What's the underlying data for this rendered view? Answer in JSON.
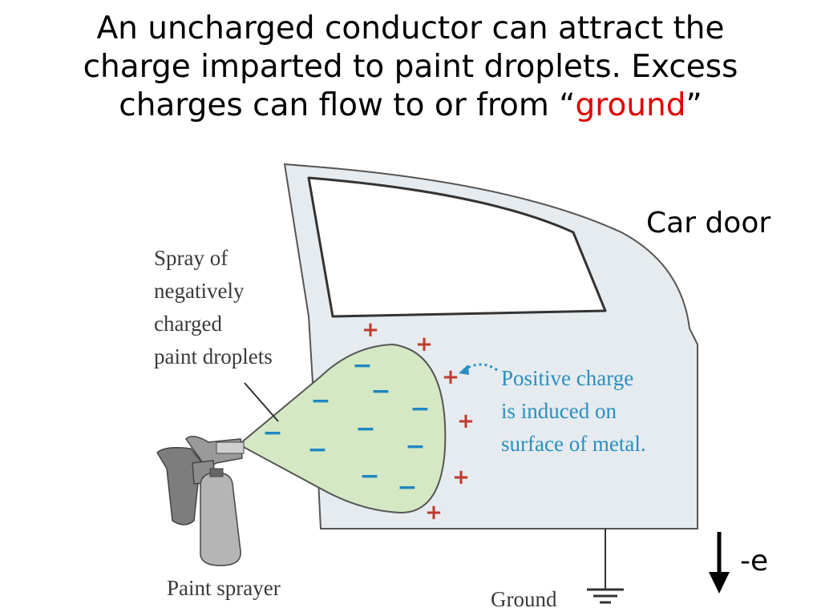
{
  "title": {
    "line1": "An uncharged conductor can attract the",
    "line2": "charge imparted to paint droplets.  Excess",
    "line3_prefix": "charges can flow to or from “",
    "line3_highlight": "ground",
    "line3_suffix": "”"
  },
  "labels": {
    "car_door": "Car door",
    "spray": [
      "Spray of",
      "negatively",
      "charged",
      "paint droplets"
    ],
    "positive": [
      "Positive charge",
      "is induced on",
      "surface of metal."
    ],
    "paint_sprayer": "Paint sprayer",
    "ground": "Ground",
    "electron": "-e"
  },
  "signs": {
    "minus": "−",
    "plus": "+"
  },
  "colors": {
    "highlight": "#e00000",
    "door_fill": "#e6ebef",
    "spray_fill": "#d4e8c4",
    "minus": "#1f86c2",
    "plus": "#c0392b",
    "annotation": "#2a8fc0"
  }
}
